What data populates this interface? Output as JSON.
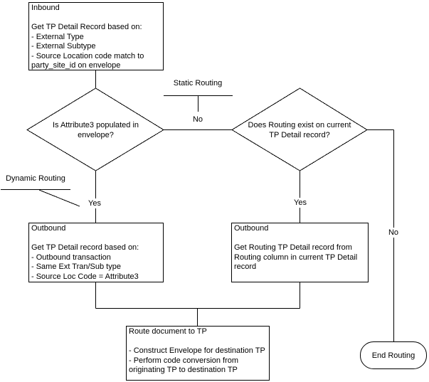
{
  "diagram": {
    "type": "flowchart",
    "colors": {
      "background": "#ffffff",
      "line": "#000000",
      "text": "#000000"
    },
    "nodes": {
      "inbound": {
        "shape": "process",
        "text": "Inbound\n\nGet TP Detail Record based on:\n- External Type\n- External Subtype\n- Source Location code match to\nparty_site_id on envelope"
      },
      "decision_attribute3": {
        "shape": "decision",
        "text": "Is Attribute3 populated in\nenvelope?"
      },
      "decision_routing": {
        "shape": "decision",
        "text": "Does Routing exist on current\nTP Detail record?"
      },
      "outbound_dynamic": {
        "shape": "process",
        "text": "Outbound\n\nGet TP Detail record based on:\n- Outbound transaction\n- Same Ext Tran/Sub type\n- Source Loc Code = Attribute3"
      },
      "outbound_static": {
        "shape": "process",
        "text": "Outbound\n\nGet Routing TP Detail record from\nRouting column in current TP Detail\nrecord"
      },
      "route_document": {
        "shape": "process",
        "text": "Route document to TP\n\n- Construct Envelope for destination TP\n- Perform code conversion from\noriginating TP to destination TP"
      },
      "end_routing": {
        "shape": "terminator",
        "text": "End Routing"
      }
    },
    "labels": {
      "static_routing": "Static Routing",
      "dynamic_routing": "Dynamic Routing",
      "no_between_decisions": "No",
      "yes_dynamic": "Yes",
      "yes_static": "Yes",
      "no_end": "No"
    }
  }
}
